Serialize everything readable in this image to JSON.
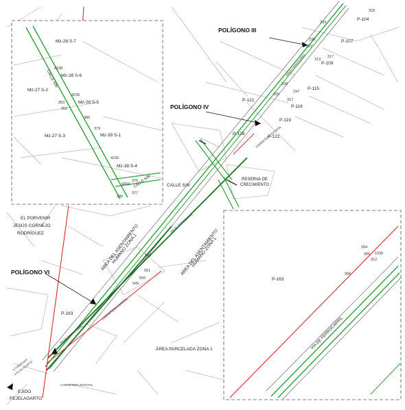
{
  "colors": {
    "rail_green": "#2e9e3a",
    "boundary_red": "#d62a2a",
    "parcel_gray": "#b5b5b5",
    "label_dark": "#222222"
  },
  "polygons": {
    "iii": "POLÍGONO III",
    "iv": "POLÍGONO IV",
    "vi": "POLÍGONO VI"
  },
  "parcels": {
    "p104": "P-104",
    "p107": "P-107",
    "p109": "P-109",
    "p115": "P-115",
    "p116": "P-116",
    "p119": "P-119",
    "p121": "P-121",
    "p122": "P-122",
    "p128": "P-128",
    "p163_main": "P-163",
    "p163_inset": "P-163"
  },
  "areas": {
    "reserva_line1": "RESERVA DE",
    "reserva_line2": "CRECIMIENTO",
    "zona1_left_line1": "ÁREA DEL ASENTAMIENTO",
    "zona1_left_line2": "HUMANO ZONA 1",
    "zona1_right_line1": "ÁREA DEL ASENTAMIENTO",
    "zona1_right_line2": "HUMANO ZONA 1",
    "parcelada": "ÁREA PARCELADA ZONA 1",
    "porvenir_line1": "EL PORVENIR",
    "porvenir_line2": "JESÚS CORNEJO",
    "porvenir_line3": "RODRÍGUEZ",
    "ejido_line1": "EJIDO",
    "ejido_line2": "PEJELAGARTO"
  },
  "roads": {
    "calle_sn_main": "CALLE S/N",
    "calle_sn_inset1": "CALLE S/N",
    "calle_sn_inset2": "CALLE S/N",
    "carretera_estatal_1": "CARRETERA ESTATAL",
    "carretera_estatal_2": "CARRETERA ESTATAL",
    "carretera_estatal_3": "CARRETERA ESTATAL",
    "via_ferrocarril_1": "VÍA DE FERROCARRIL",
    "via_ferrocarril_2": "VÍA DE FERROCARRIL",
    "via_ferrocarril_3": "VÍA DE FERROCARRIL",
    "via_ferrocarril_4": "VÍA DE FERROCARRIL",
    "a_pejelagarto": "A PEJELAGARTO",
    "a_cardenas": "A CARDENAS"
  },
  "blocks": {
    "mz28s7": "Mz-28 S-7",
    "mz28s6": "Mz-28 S-6",
    "mz28s5": "Mz-28 S-5",
    "mz27s2": "Mz-27 S-2",
    "mz27s3": "Mz-27 S-3",
    "mz39s1": "Mz-39 S-1",
    "mz38s4": "Mz-38 S-4"
  },
  "points": {
    "p318": "318",
    "p233": "233",
    "p236": "236",
    "p237": "237",
    "p313": "313",
    "p317a": "317",
    "p239": "239",
    "p238": "238",
    "p197": "197",
    "p317b": "317",
    "p4238": "4238",
    "p4235": "4235",
    "p380": "380",
    "p379": "379",
    "p4230": "4230",
    "p4353": "4353",
    "p376": "376",
    "p377": "377",
    "p395_inset": "395",
    "p352": "352",
    "p353": "353",
    "p563": "563",
    "p561": "561",
    "p550": "550",
    "p549": "549",
    "p394": "394",
    "p395": "395",
    "p1035": "1035",
    "p312": "312",
    "p306": "306"
  }
}
